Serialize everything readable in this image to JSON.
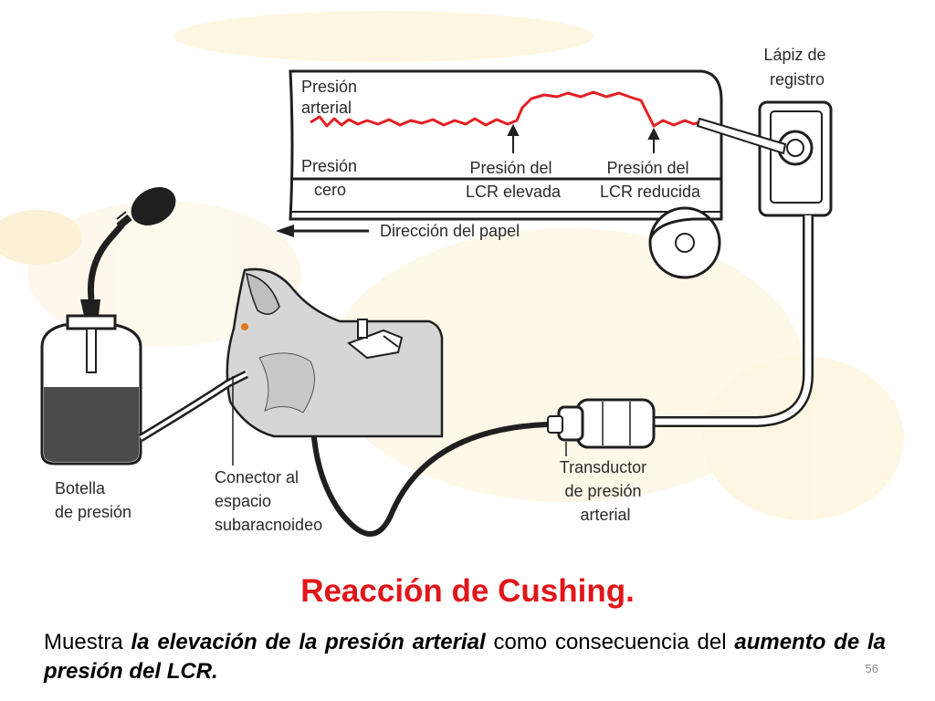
{
  "labels": {
    "pen": [
      "Lápiz de",
      "registro"
    ],
    "arterial": [
      "Presión",
      "arterial"
    ],
    "zero": [
      "Presión",
      "cero"
    ],
    "csf_high": [
      "Presión del",
      "LCR elevada"
    ],
    "csf_low": [
      "Presión del",
      "LCR reducida"
    ],
    "paper": "Dirección del papel",
    "bottle": [
      "Botella",
      "de presión"
    ],
    "connector": [
      "Conector al",
      "espacio",
      "subaracnoideo"
    ],
    "transducer": [
      "Transductor",
      "de presión",
      "arterial"
    ]
  },
  "title": "Reacción de Cushing.",
  "caption": {
    "part1": "Muestra ",
    "part2": "la elevación de la presión arterial",
    "part3": " como consecuencia del ",
    "part4": "aumento de la presión del LCR."
  },
  "page_number": "56",
  "colors": {
    "title": "#e0161a",
    "trace": "#e22024",
    "background_tint": "#fbf3d9"
  }
}
